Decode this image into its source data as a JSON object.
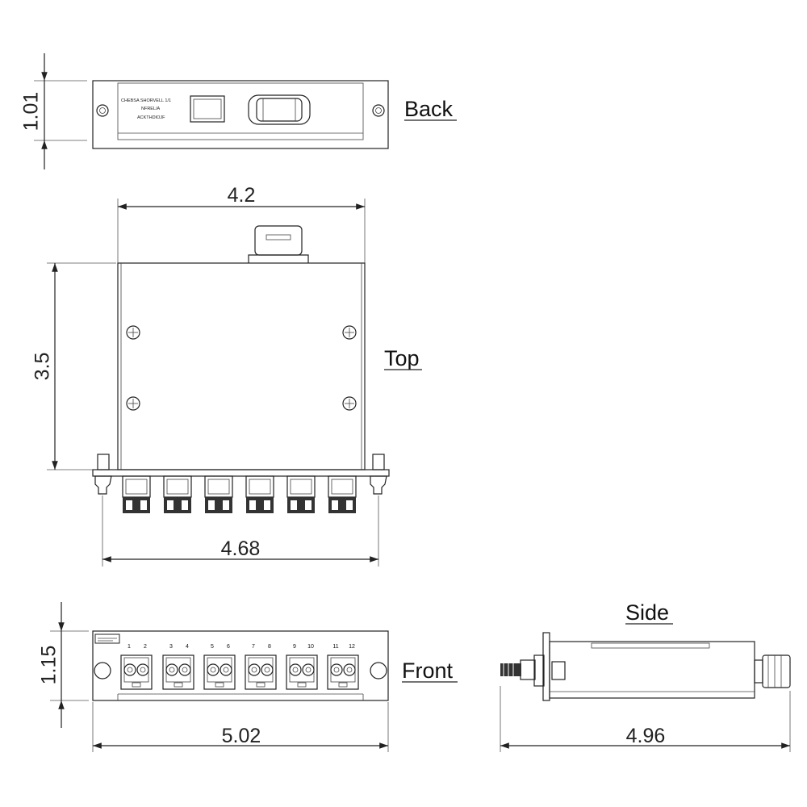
{
  "views": {
    "back": "Back",
    "top": "Top",
    "front": "Front",
    "side": "Side"
  },
  "dimensions": {
    "back_height": "1.01",
    "top_width": "4.2",
    "top_depth": "3.5",
    "top_flange_width": "4.68",
    "front_height": "1.15",
    "front_width": "5.02",
    "side_length": "4.96"
  },
  "back_label_lines": [
    "CHEBSA SHORVELL 1/1",
    "NFREL/A",
    "ACKTHDIOJF"
  ],
  "front_ports": [
    "1",
    "2",
    "3",
    "4",
    "5",
    "6",
    "7",
    "8",
    "9",
    "10",
    "11",
    "12"
  ],
  "colors": {
    "line": "#222222",
    "background": "#ffffff"
  }
}
